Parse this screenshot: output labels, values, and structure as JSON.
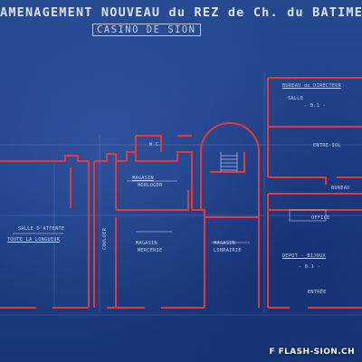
{
  "title": "AMENAGEMENT NOUVEAU du REZ de Ch. du BATIMENT",
  "subtitle": "CASINO DE SION",
  "labels": {
    "bureau_director": "BUREAU du DIRECTEUR",
    "salle_a": "SALLE",
    "ref_a": "- B.1 -",
    "wc_small": "W.C.",
    "store_top_right": "ENTRE-SOL",
    "magasin_center_top": "MAGASIN",
    "magasin_center_sub": "HORLOGER",
    "couloir": "COULOIR",
    "salle_left_1": "SALLE D'ATTENTE",
    "salle_left_2": "TOUTE LA LONGUEUR",
    "magasin_mid_1": "MAGASIN",
    "magasin_mid_2": "MERCERIE",
    "magasin_right_1": "MAGASIN",
    "magasin_right_2": "LIBRAIRIE",
    "bureau_right": "BUREAU",
    "cuisine_right": "OFFICE",
    "depot": "DEPOT - BIJOUX",
    "ref_b": "- B.1 -",
    "entrance_right": "ENTRÉE"
  },
  "watermark": "F FLASH-SION.CH"
}
